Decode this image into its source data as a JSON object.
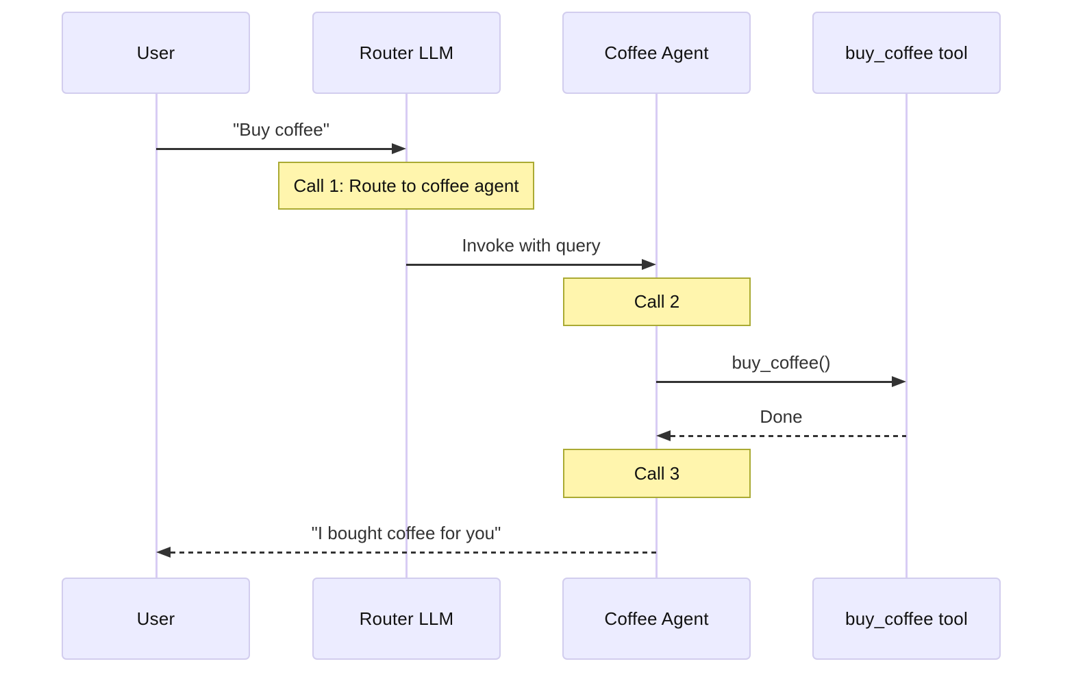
{
  "diagram_type": "sequence-diagram",
  "actors": [
    {
      "label": "User"
    },
    {
      "label": "Router LLM"
    },
    {
      "label": "Coffee Agent"
    },
    {
      "label": "buy_coffee tool"
    }
  ],
  "messages": [
    {
      "label": "\"Buy coffee\"",
      "from": "User",
      "to": "Router LLM",
      "line": "solid"
    },
    {
      "label": "Invoke with query",
      "from": "Router LLM",
      "to": "Coffee Agent",
      "line": "solid"
    },
    {
      "label": "buy_coffee()",
      "from": "Coffee Agent",
      "to": "buy_coffee tool",
      "line": "solid"
    },
    {
      "label": "Done",
      "from": "buy_coffee tool",
      "to": "Coffee Agent",
      "line": "dashed"
    },
    {
      "label": "\"I bought coffee for you\"",
      "from": "Coffee Agent",
      "to": "User",
      "line": "dashed"
    }
  ],
  "notes": [
    {
      "label": "Call 1: Route to coffee agent",
      "over": "Router LLM"
    },
    {
      "label": "Call 2",
      "over": "Coffee Agent"
    },
    {
      "label": "Call 3",
      "over": "Coffee Agent"
    }
  ],
  "colors": {
    "background": "#ffffff",
    "actor_fill": "#ECECFF",
    "actor_border": "#d2cdee",
    "lifeline": "#d8ccf4",
    "note_fill": "#fff5ad",
    "note_border": "#aaaa33",
    "arrow": "#333333",
    "message_text": "#333333",
    "label_text": "#111111"
  }
}
